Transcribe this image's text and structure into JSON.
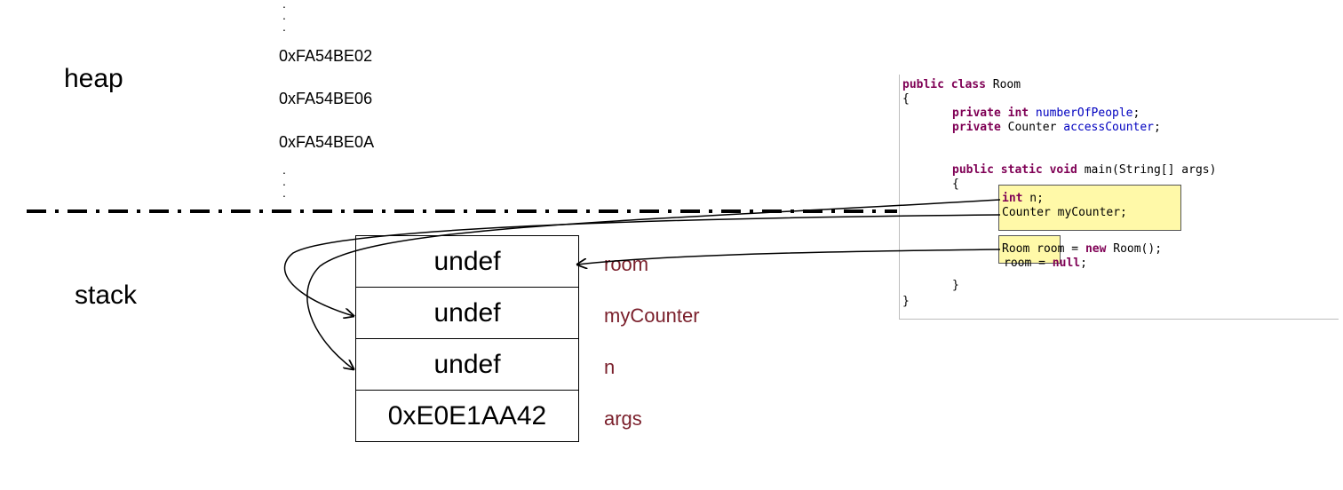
{
  "heap": {
    "label": "heap",
    "addresses": [
      "0xFA54BE02",
      "0xFA54BE06",
      "0xFA54BE0A"
    ]
  },
  "stack": {
    "label": "stack",
    "cells": [
      {
        "value": "undef",
        "var": "room"
      },
      {
        "value": "undef",
        "var": "myCounter"
      },
      {
        "value": "undef",
        "var": "n"
      },
      {
        "value": "0xE0E1AA42",
        "var": "args"
      }
    ]
  },
  "code": {
    "l1_kw": "public class",
    "l1_name": " Room",
    "l2": "{",
    "l3_kw": "private int",
    "l3_field": "numberOfPeople",
    "l3_end": ";",
    "l4_kw": "private",
    "l4_type": " Counter ",
    "l4_field": "accessCounter",
    "l4_end": ";",
    "l5_kw": "public static void",
    "l5_rest": " main(String[] args)",
    "l6": "{",
    "l7_kw": "int",
    "l7_rest": " n;",
    "l8": "Counter myCounter;",
    "l9_hl": "Room room",
    "l9_eq": " = ",
    "l9_kw": "new",
    "l9_rest": " Room();",
    "l10_pre": "room = ",
    "l10_kw": "null",
    "l10_end": ";",
    "l11": "}",
    "l12": "}"
  },
  "colors": {
    "var_label": "#7a1f2b",
    "keyword": "#7f0055",
    "field": "#0000c0",
    "highlight": "#fff9a8"
  }
}
